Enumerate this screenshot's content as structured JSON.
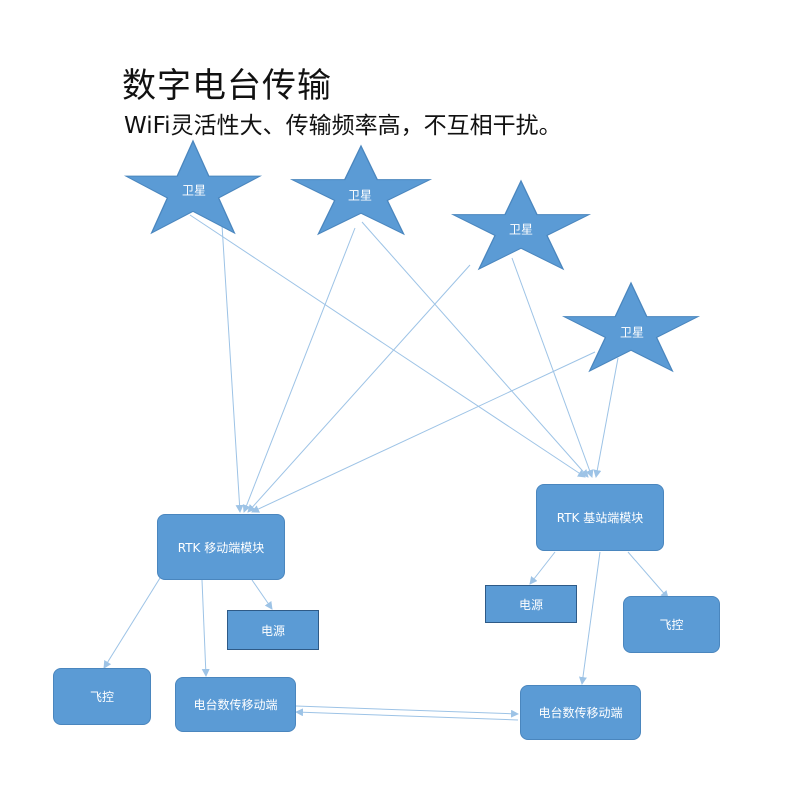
{
  "header": {
    "title": "数字电台传输",
    "subtitle": "WiFi灵活性大、传输频率高，不互相干扰。"
  },
  "satellites": [
    {
      "label": "卫星"
    },
    {
      "label": "卫星"
    },
    {
      "label": "卫星"
    },
    {
      "label": "卫星"
    }
  ],
  "modules": {
    "rtk_rover": "RTK 移动端模块",
    "rtk_base": "RTK 基站端模块",
    "power_left": "电源",
    "power_right": "电源",
    "flight_ctrl_left": "飞控",
    "flight_ctrl_right": "飞控",
    "radio_left": "电台数传移动端",
    "radio_right": "电台数传移动端"
  },
  "colors": {
    "shape_fill": "#5b9bd5",
    "arrow": "#9dc3e6",
    "text": "#111111"
  }
}
